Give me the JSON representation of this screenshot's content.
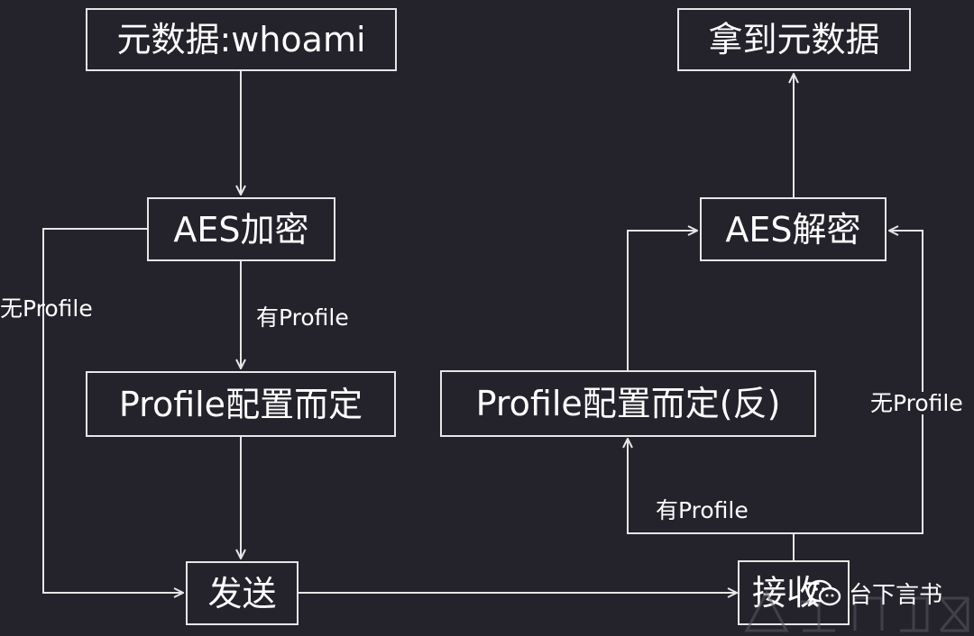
{
  "diagram": {
    "nodes": {
      "metadata": "元数据:whoami",
      "aes_encrypt": "AES加密",
      "profile_config": "Profile配置而定",
      "send": "发送",
      "got_metadata": "拿到元数据",
      "aes_decrypt": "AES解密",
      "profile_config_reverse": "Profile配置而定(反)",
      "receive": "接收"
    },
    "edge_labels": {
      "has_profile_left": "有Profile",
      "no_profile_left": "无Profile",
      "has_profile_right": "有Profile",
      "no_profile_right": "无Profile"
    }
  },
  "watermark": {
    "text": "台下言书"
  },
  "colors": {
    "background": "#24232b",
    "line": "#e6e6e6",
    "text": "#ffffff"
  }
}
